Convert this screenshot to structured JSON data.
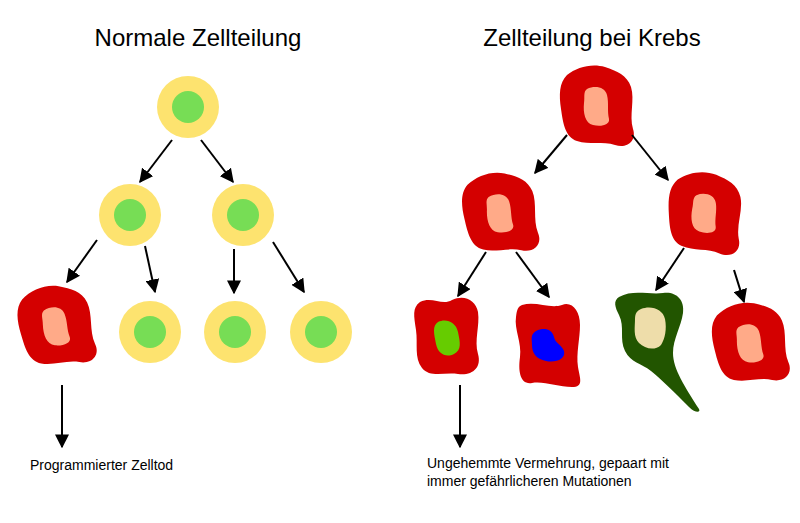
{
  "diagram": {
    "labels": [
      "Normale Zellteilung",
      "Zellteilung bei Krebs",
      "Programmierter Zelltod",
      "Ungehemmte Vermehrung, gepaart mit immer gefährlicheren Mutationen"
    ]
  }
}
